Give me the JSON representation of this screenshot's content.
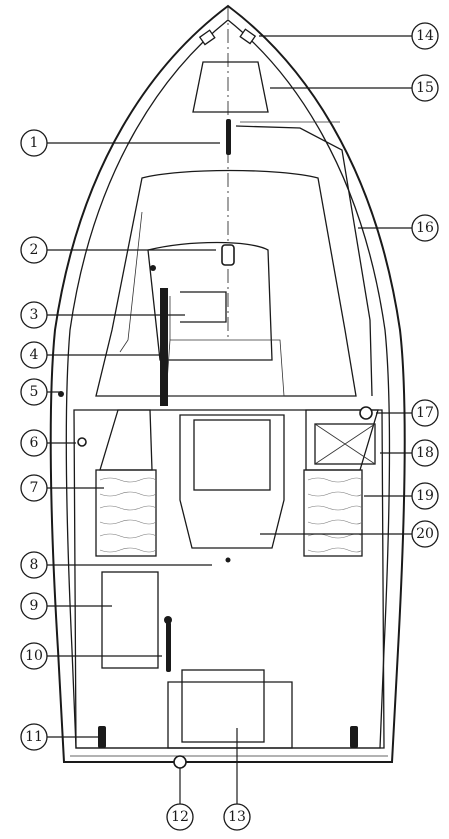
{
  "callouts": [
    {
      "id": "1",
      "label": "1",
      "side": "left"
    },
    {
      "id": "2",
      "label": "2",
      "side": "left"
    },
    {
      "id": "3",
      "label": "3",
      "side": "left"
    },
    {
      "id": "4",
      "label": "4",
      "side": "left"
    },
    {
      "id": "5",
      "label": "5",
      "side": "left"
    },
    {
      "id": "6",
      "label": "6",
      "side": "left"
    },
    {
      "id": "7",
      "label": "7",
      "side": "left"
    },
    {
      "id": "8",
      "label": "8",
      "side": "left"
    },
    {
      "id": "9",
      "label": "9",
      "side": "left"
    },
    {
      "id": "10",
      "label": "10",
      "side": "left"
    },
    {
      "id": "11",
      "label": "11",
      "side": "left"
    },
    {
      "id": "12",
      "label": "12",
      "side": "bottom"
    },
    {
      "id": "13",
      "label": "13",
      "side": "bottom"
    },
    {
      "id": "14",
      "label": "14",
      "side": "right"
    },
    {
      "id": "15",
      "label": "15",
      "side": "right"
    },
    {
      "id": "16",
      "label": "16",
      "side": "right"
    },
    {
      "id": "17",
      "label": "17",
      "side": "right"
    },
    {
      "id": "18",
      "label": "18",
      "side": "right"
    },
    {
      "id": "19",
      "label": "19",
      "side": "right"
    },
    {
      "id": "20",
      "label": "20",
      "side": "right"
    }
  ]
}
